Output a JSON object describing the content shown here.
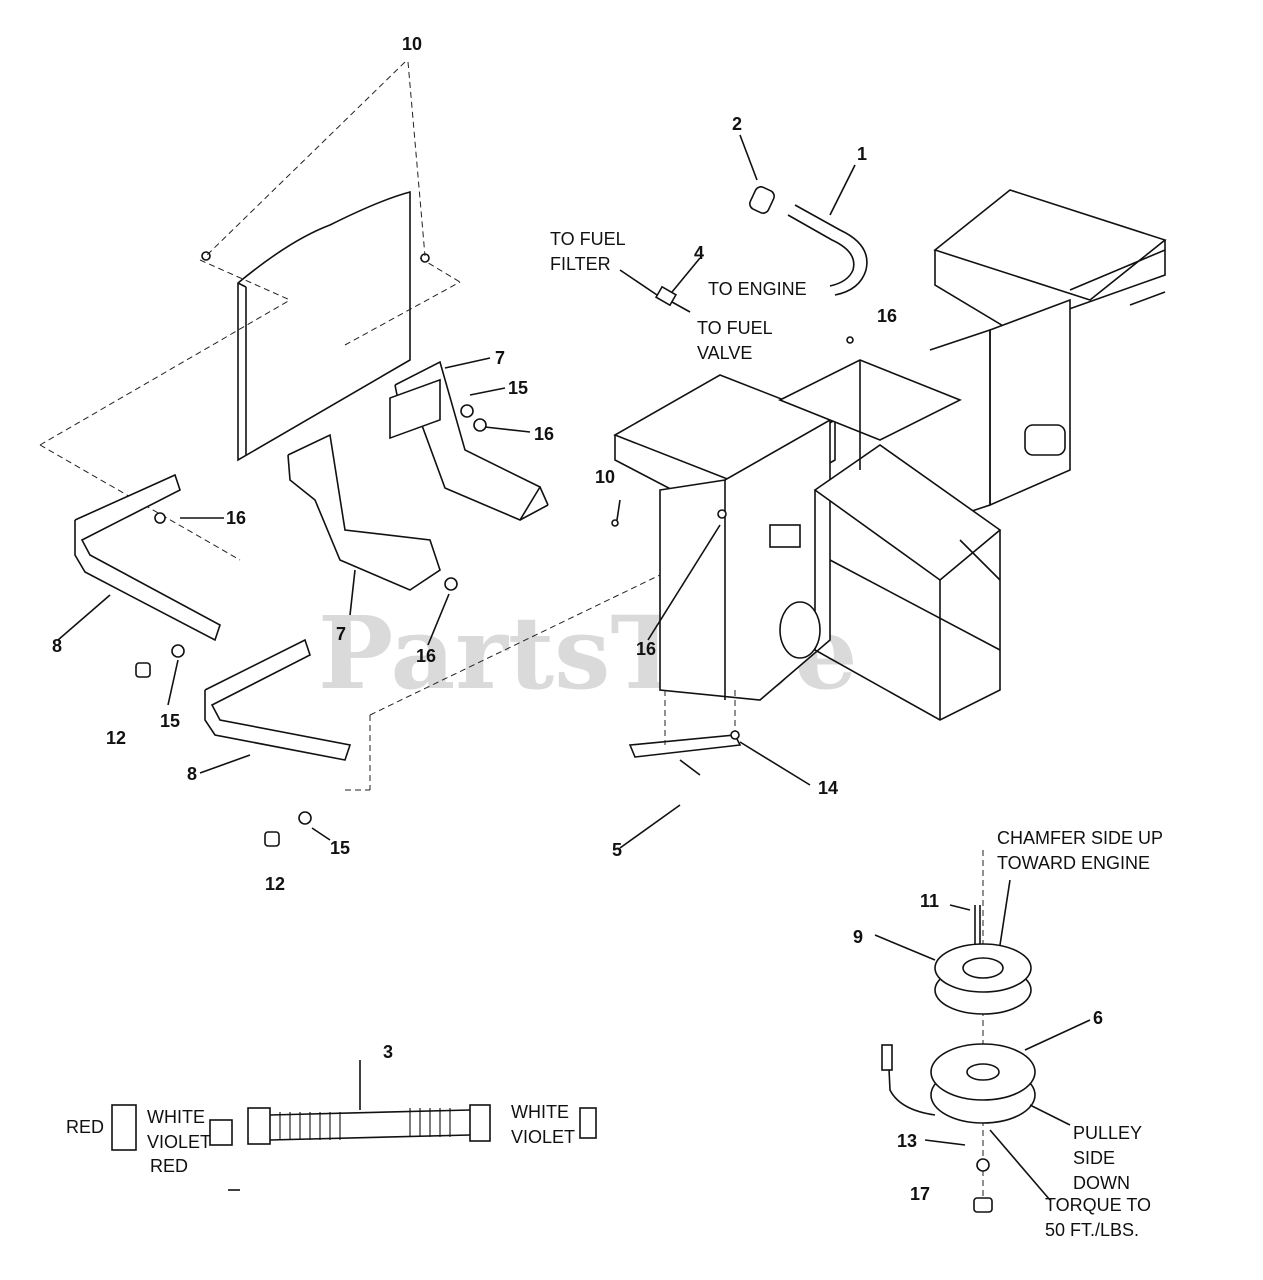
{
  "watermark": "PartsTree",
  "callouts": {
    "c1": "1",
    "c2": "2",
    "c3": "3",
    "c4": "4",
    "c5": "5",
    "c6": "6",
    "c7a": "7",
    "c7b": "7",
    "c8a": "8",
    "c8b": "8",
    "c9": "9",
    "c10a": "10",
    "c10b": "10",
    "c11": "11",
    "c12a": "12",
    "c12b": "12",
    "c13": "13",
    "c14": "14",
    "c15a": "15",
    "c15b": "15",
    "c15c": "15",
    "c16a": "16",
    "c16b": "16",
    "c16c": "16",
    "c16d": "16",
    "c16e": "16",
    "c17": "17"
  },
  "notes": {
    "to_fuel_filter_1": "TO FUEL",
    "to_fuel_filter_2": "FILTER",
    "to_engine": "TO ENGINE",
    "to_fuel_valve_1": "TO FUEL",
    "to_fuel_valve_2": "VALVE",
    "chamfer_1": "CHAMFER SIDE UP",
    "chamfer_2": "TOWARD ENGINE",
    "pulley_1": "PULLEY",
    "pulley_2": "SIDE",
    "pulley_3": "DOWN",
    "torque_1": "TORQUE TO",
    "torque_2": "50 FT./LBS."
  },
  "harness": {
    "left_red_top": "RED",
    "left_white": "WHITE",
    "left_violet": "VIOLET",
    "left_red_bottom": "RED",
    "right_white": "WHITE",
    "right_violet": "VIOLET"
  }
}
